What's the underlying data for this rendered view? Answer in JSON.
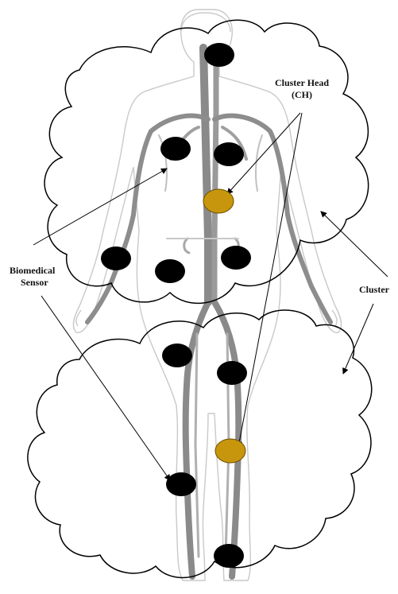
{
  "labels": {
    "cluster_head_line1": "Cluster Head",
    "cluster_head_line2": "(CH)",
    "biomedical_line1": "Biomedical",
    "biomedical_line2": "Sensor",
    "cluster": "Cluster"
  },
  "nodes": {
    "sensor_count": 10,
    "cluster_head_count": 2,
    "cluster_count": 2,
    "sensor_color": "#000000",
    "cluster_head_color": "#c8960c"
  }
}
